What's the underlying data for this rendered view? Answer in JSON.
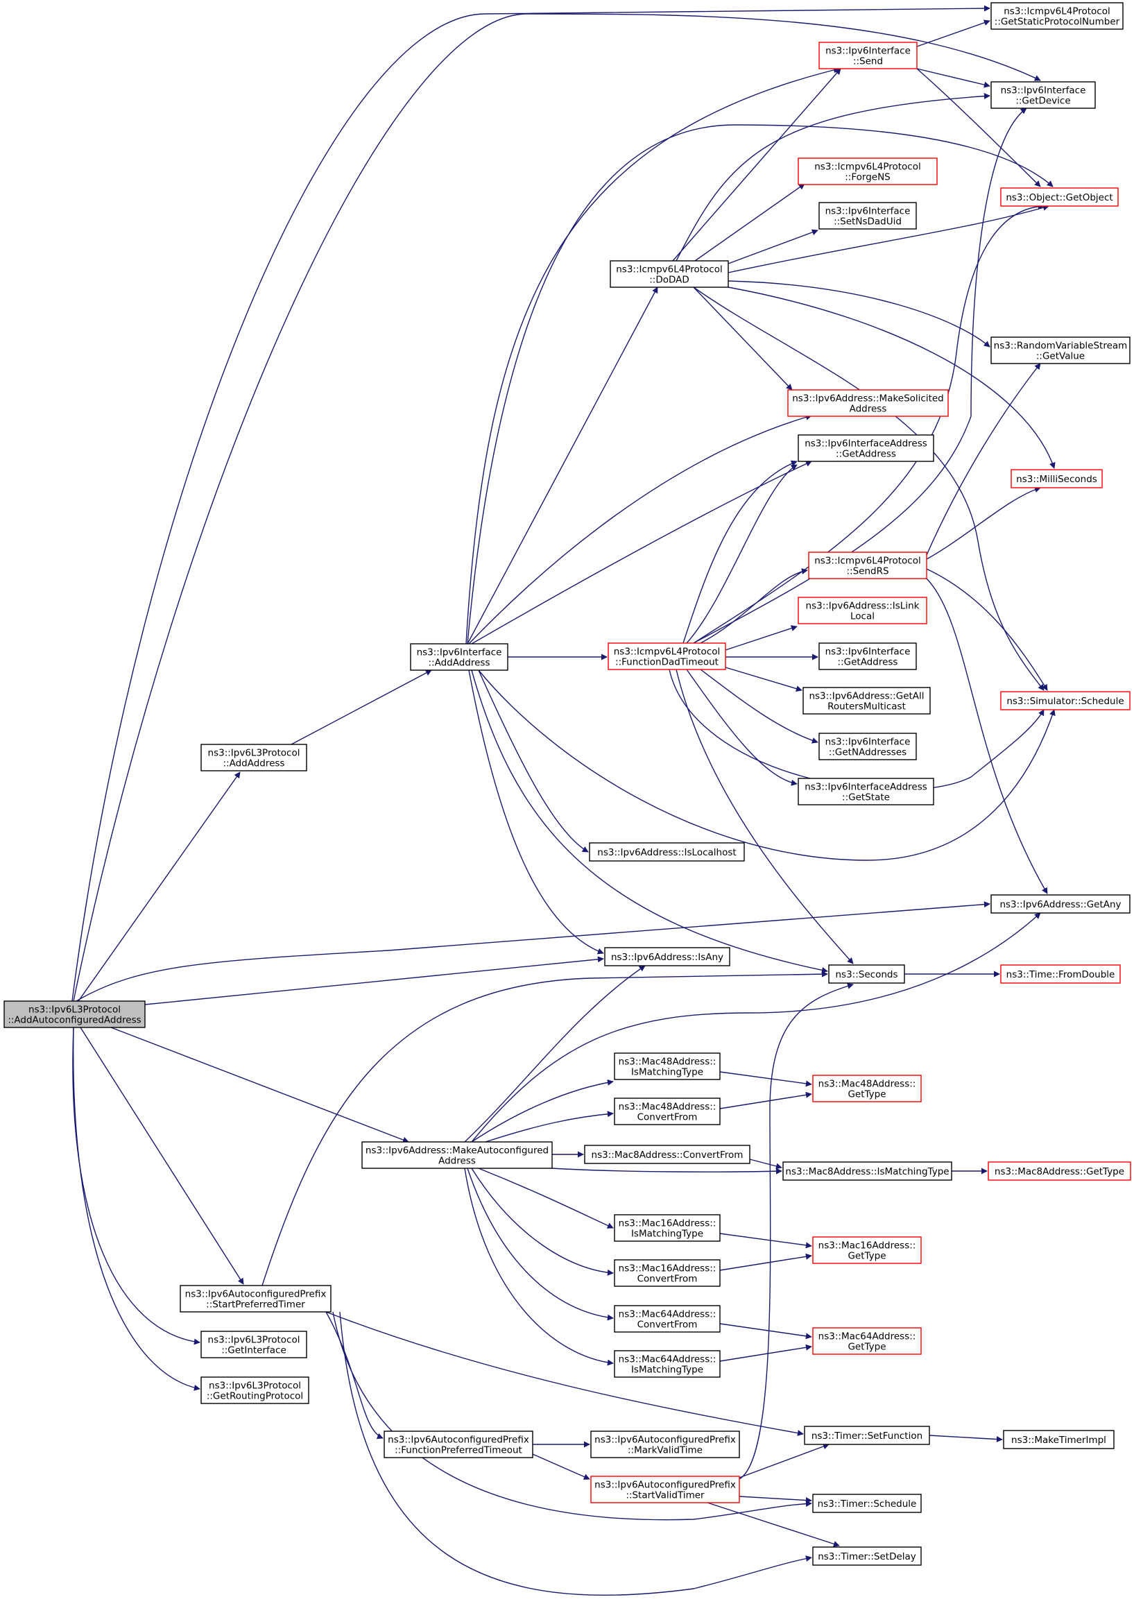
{
  "colors": {
    "edge": "#191970",
    "node_border": "#000000",
    "node_border_incomplete": "#ff0000",
    "root_fill": "#bfbfbf",
    "node_fill": "#ffffff"
  },
  "nodes": [
    {
      "id": "root",
      "lines": [
        "ns3::Ipv6L3Protocol",
        "::AddAutoconfiguredAddress"
      ],
      "style": "root"
    },
    {
      "id": "l3_addaddress",
      "lines": [
        "ns3::Ipv6L3Protocol",
        "::AddAddress"
      ],
      "style": "normal"
    },
    {
      "id": "if_addaddress",
      "lines": [
        "ns3::Ipv6Interface",
        "::AddAddress"
      ],
      "style": "normal"
    },
    {
      "id": "icmp_getstatic",
      "lines": [
        "ns3::Icmpv6L4Protocol",
        "::GetStaticProtocolNumber"
      ],
      "style": "normal"
    },
    {
      "id": "if_send",
      "lines": [
        "ns3::Ipv6Interface",
        "::Send"
      ],
      "style": "red"
    },
    {
      "id": "if_getdevice",
      "lines": [
        "ns3::Ipv6Interface",
        "::GetDevice"
      ],
      "style": "normal"
    },
    {
      "id": "icmp_forgens",
      "lines": [
        "ns3::Icmpv6L4Protocol",
        "::ForgeNS"
      ],
      "style": "red"
    },
    {
      "id": "object_getobject",
      "lines": [
        "ns3::Object::GetObject"
      ],
      "style": "red"
    },
    {
      "id": "if_setnsdaduid",
      "lines": [
        "ns3::Ipv6Interface",
        "::SetNsDadUid"
      ],
      "style": "normal"
    },
    {
      "id": "icmp_dodad",
      "lines": [
        "ns3::Icmpv6L4Protocol",
        "::DoDAD"
      ],
      "style": "normal"
    },
    {
      "id": "rvs_getvalue",
      "lines": [
        "ns3::RandomVariableStream",
        "::GetValue"
      ],
      "style": "normal"
    },
    {
      "id": "addr_makesolicited",
      "lines": [
        "ns3::Ipv6Address::MakeSolicited",
        "Address"
      ],
      "style": "red"
    },
    {
      "id": "ifaddr_getaddress",
      "lines": [
        "ns3::Ipv6InterfaceAddress",
        "::GetAddress"
      ],
      "style": "normal"
    },
    {
      "id": "milliseconds",
      "lines": [
        "ns3::MilliSeconds"
      ],
      "style": "red"
    },
    {
      "id": "icmp_sendrs",
      "lines": [
        "ns3::Icmpv6L4Protocol",
        "::SendRS"
      ],
      "style": "red"
    },
    {
      "id": "addr_islinklocal",
      "lines": [
        "ns3::Ipv6Address::IsLink",
        "Local"
      ],
      "style": "red"
    },
    {
      "id": "icmp_funcdadtimeout",
      "lines": [
        "ns3::Icmpv6L4Protocol",
        "::FunctionDadTimeout"
      ],
      "style": "red"
    },
    {
      "id": "if_getaddress",
      "lines": [
        "ns3::Ipv6Interface",
        "::GetAddress"
      ],
      "style": "normal"
    },
    {
      "id": "addr_getallrouters",
      "lines": [
        "ns3::Ipv6Address::GetAll",
        "RoutersMulticast"
      ],
      "style": "normal"
    },
    {
      "id": "sim_schedule",
      "lines": [
        "ns3::Simulator::Schedule"
      ],
      "style": "red"
    },
    {
      "id": "if_getnaddresses",
      "lines": [
        "ns3::Ipv6Interface",
        "::GetNAddresses"
      ],
      "style": "normal"
    },
    {
      "id": "ifaddr_getstate",
      "lines": [
        "ns3::Ipv6InterfaceAddress",
        "::GetState"
      ],
      "style": "normal"
    },
    {
      "id": "addr_islocalhost",
      "lines": [
        "ns3::Ipv6Address::IsLocalhost"
      ],
      "style": "normal"
    },
    {
      "id": "addr_getany",
      "lines": [
        "ns3::Ipv6Address::GetAny"
      ],
      "style": "normal"
    },
    {
      "id": "addr_isany",
      "lines": [
        "ns3::Ipv6Address::IsAny"
      ],
      "style": "normal"
    },
    {
      "id": "seconds",
      "lines": [
        "ns3::Seconds"
      ],
      "style": "normal"
    },
    {
      "id": "time_fromdouble",
      "lines": [
        "ns3::Time::FromDouble"
      ],
      "style": "red"
    },
    {
      "id": "mac48_ismatching",
      "lines": [
        "ns3::Mac48Address::",
        "IsMatchingType"
      ],
      "style": "normal"
    },
    {
      "id": "mac48_gettype",
      "lines": [
        "ns3::Mac48Address::",
        "GetType"
      ],
      "style": "red"
    },
    {
      "id": "mac48_convertfrom",
      "lines": [
        "ns3::Mac48Address::",
        "ConvertFrom"
      ],
      "style": "normal"
    },
    {
      "id": "addr_makeautoconf",
      "lines": [
        "ns3::Ipv6Address::MakeAutoconfigured",
        "Address"
      ],
      "style": "normal"
    },
    {
      "id": "mac8_convertfrom",
      "lines": [
        "ns3::Mac8Address::ConvertFrom"
      ],
      "style": "normal"
    },
    {
      "id": "mac8_ismatching",
      "lines": [
        "ns3::Mac8Address::IsMatchingType"
      ],
      "style": "normal"
    },
    {
      "id": "mac8_gettype",
      "lines": [
        "ns3::Mac8Address::GetType"
      ],
      "style": "red"
    },
    {
      "id": "mac16_ismatching",
      "lines": [
        "ns3::Mac16Address::",
        "IsMatchingType"
      ],
      "style": "normal"
    },
    {
      "id": "mac16_gettype",
      "lines": [
        "ns3::Mac16Address::",
        "GetType"
      ],
      "style": "red"
    },
    {
      "id": "mac16_convertfrom",
      "lines": [
        "ns3::Mac16Address::",
        "ConvertFrom"
      ],
      "style": "normal"
    },
    {
      "id": "prefix_startpreferred",
      "lines": [
        "ns3::Ipv6AutoconfiguredPrefix",
        "::StartPreferredTimer"
      ],
      "style": "normal"
    },
    {
      "id": "mac64_convertfrom",
      "lines": [
        "ns3::Mac64Address::",
        "ConvertFrom"
      ],
      "style": "normal"
    },
    {
      "id": "mac64_gettype",
      "lines": [
        "ns3::Mac64Address::",
        "GetType"
      ],
      "style": "red"
    },
    {
      "id": "l3_getinterface",
      "lines": [
        "ns3::Ipv6L3Protocol",
        "::GetInterface"
      ],
      "style": "normal"
    },
    {
      "id": "mac64_ismatching",
      "lines": [
        "ns3::Mac64Address::",
        "IsMatchingType"
      ],
      "style": "normal"
    },
    {
      "id": "l3_getrouting",
      "lines": [
        "ns3::Ipv6L3Protocol",
        "::GetRoutingProtocol"
      ],
      "style": "normal"
    },
    {
      "id": "timer_setfunction",
      "lines": [
        "ns3::Timer::SetFunction"
      ],
      "style": "normal"
    },
    {
      "id": "maketimerimpl",
      "lines": [
        "ns3::MakeTimerImpl"
      ],
      "style": "normal"
    },
    {
      "id": "prefix_funcpreferred",
      "lines": [
        "ns3::Ipv6AutoconfiguredPrefix",
        "::FunctionPreferredTimeout"
      ],
      "style": "normal"
    },
    {
      "id": "prefix_markvalid",
      "lines": [
        "ns3::Ipv6AutoconfiguredPrefix",
        "::MarkValidTime"
      ],
      "style": "normal"
    },
    {
      "id": "prefix_startvalid",
      "lines": [
        "ns3::Ipv6AutoconfiguredPrefix",
        "::StartValidTimer"
      ],
      "style": "red"
    },
    {
      "id": "timer_schedule",
      "lines": [
        "ns3::Timer::Schedule"
      ],
      "style": "normal"
    },
    {
      "id": "timer_setdelay",
      "lines": [
        "ns3::Timer::SetDelay"
      ],
      "style": "normal"
    }
  ]
}
